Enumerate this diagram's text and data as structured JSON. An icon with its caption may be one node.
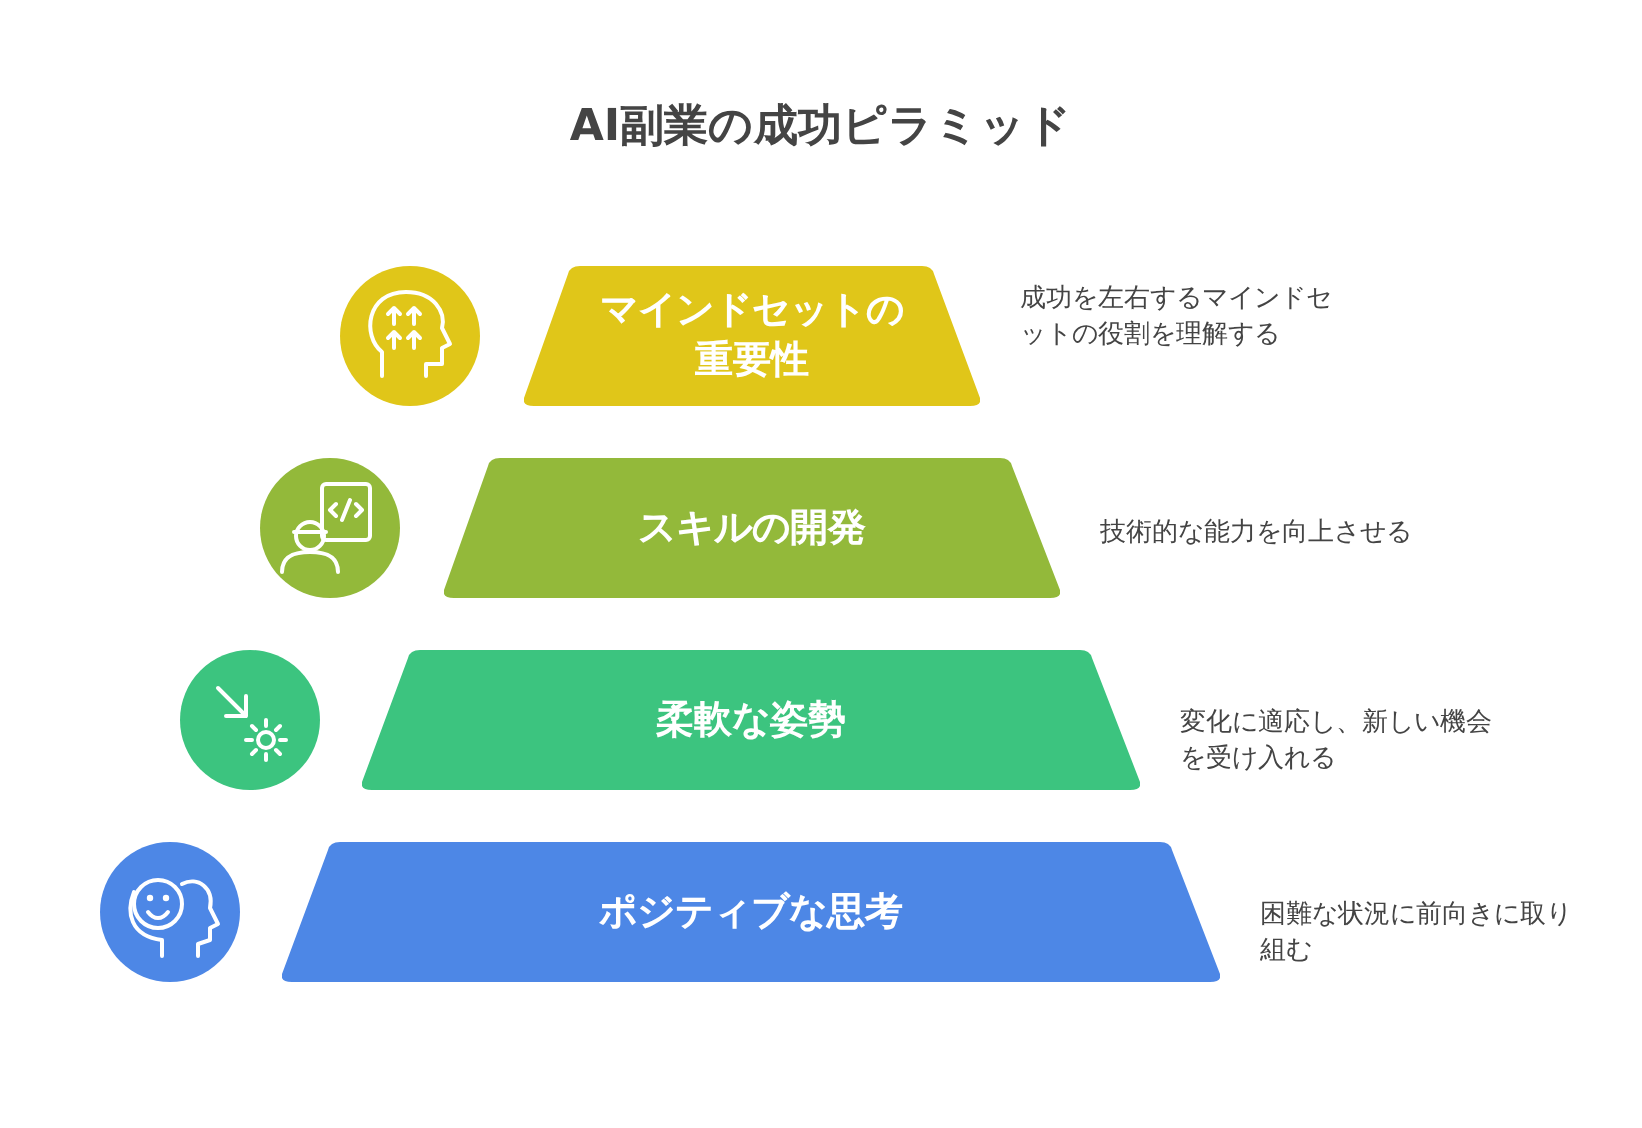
{
  "diagram": {
    "title": "AI副業の成功ピラミッド",
    "nodes": [
      {
        "text": [
          "マインドセットの重要性"
        ],
        "beside": [
          "成功を左右するマインドセットの役割を理解する"
        ]
      },
      {
        "text": [
          "スキルの開発"
        ],
        "beside": [
          "技術的な能力を向上させる"
        ]
      },
      {
        "text": [
          "柔軟な姿勢"
        ],
        "beside": [
          "変化に適応し、新しい機会を受け入れる"
        ]
      },
      {
        "text": [
          "ポジティブな思考"
        ],
        "beside": [
          "困難な状況に前向きに取り組む"
        ]
      }
    ]
  }
}
